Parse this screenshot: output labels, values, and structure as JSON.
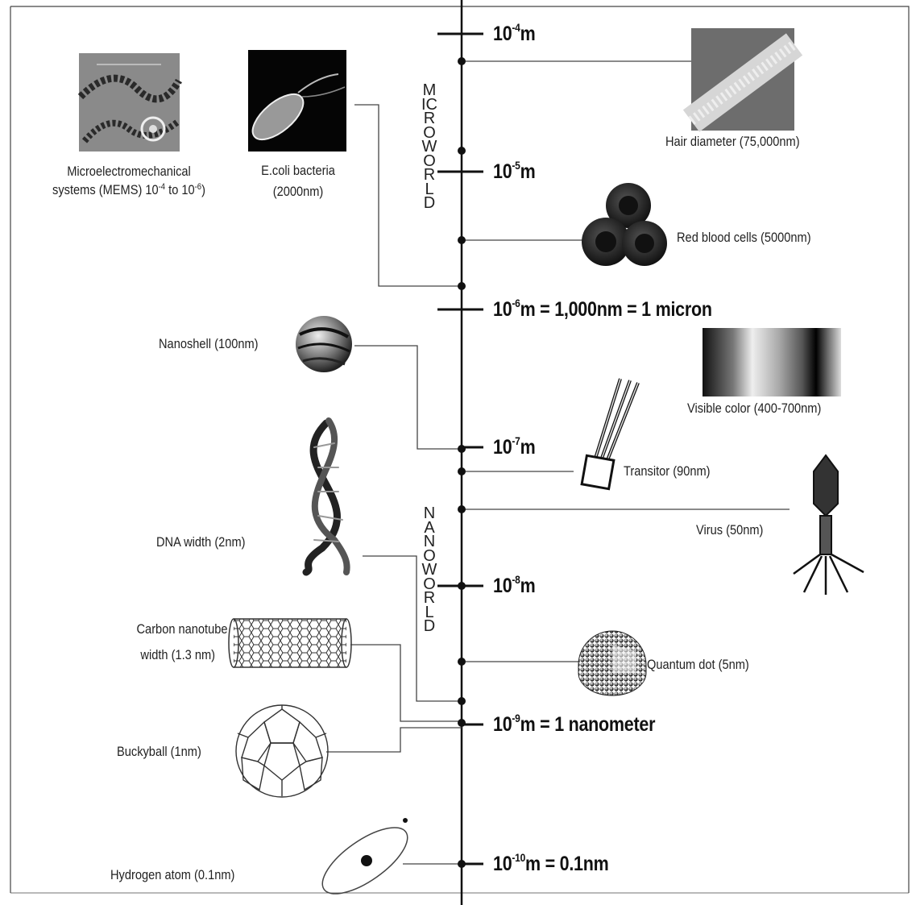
{
  "scale_marks": [
    {
      "id": "1e-4",
      "base": "10",
      "exp": "-4",
      "rest": "m"
    },
    {
      "id": "1e-5",
      "base": "10",
      "exp": "-5",
      "rest": "m"
    },
    {
      "id": "1e-6",
      "base": "10",
      "exp": "-6",
      "rest": "m = 1,000nm = 1 micron"
    },
    {
      "id": "1e-7",
      "base": "10",
      "exp": "-7",
      "rest": "m"
    },
    {
      "id": "1e-8",
      "base": "10",
      "exp": "-8",
      "rest": "m"
    },
    {
      "id": "1e-9",
      "base": "10",
      "exp": "-9",
      "rest": "m = 1 nanometer"
    },
    {
      "id": "1e-10",
      "base": "10",
      "exp": "-10",
      "rest": "m = 0.1nm"
    }
  ],
  "regions": {
    "micro": "MICROWORLD",
    "nano": "NANOWORLD"
  },
  "items": {
    "mems": {
      "line1": "Microelectromechanical",
      "line2_pre": "systems (MEMS) 10",
      "exp_a": "-4",
      "mid": " to 10",
      "exp_b": "-6",
      "close": ")"
    },
    "ecoli": {
      "line1": "E.coli bacteria",
      "line2": "(2000nm)"
    },
    "hair": "Hair diameter (75,000nm)",
    "rbc": "Red blood cells (5000nm)",
    "nanoshell": "Nanoshell (100nm)",
    "visible": "Visible color (400-700nm)",
    "transistor": "Transitor (90nm)",
    "virus": "Virus (50nm)",
    "dna": "DNA width (2nm)",
    "nanotube": {
      "line1": "Carbon nanotube",
      "line2": "width (1.3 nm)"
    },
    "qdot": "Quantum dot (5nm)",
    "bucky": "Buckyball (1nm)",
    "hydrogen": "Hydrogen atom (0.1nm)"
  }
}
